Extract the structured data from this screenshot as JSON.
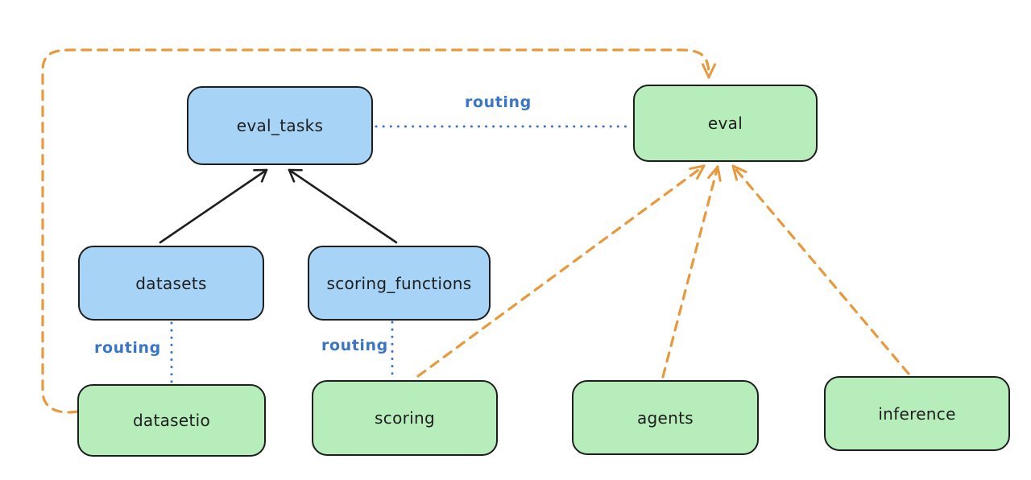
{
  "diagram_type": "architecture-routing-diagram",
  "nodes": {
    "eval_tasks": {
      "label": "eval_tasks",
      "kind": "api",
      "fill": "blue"
    },
    "eval": {
      "label": "eval",
      "kind": "provider",
      "fill": "green"
    },
    "datasets": {
      "label": "datasets",
      "kind": "api",
      "fill": "blue"
    },
    "scoring_functions": {
      "label": "scoring_functions",
      "kind": "api",
      "fill": "blue"
    },
    "datasetio": {
      "label": "datasetio",
      "kind": "provider",
      "fill": "green"
    },
    "scoring": {
      "label": "scoring",
      "kind": "provider",
      "fill": "green"
    },
    "agents": {
      "label": "agents",
      "kind": "provider",
      "fill": "green"
    },
    "inference": {
      "label": "inference",
      "kind": "provider",
      "fill": "green"
    }
  },
  "edges": [
    {
      "from": "datasets",
      "to": "eval_tasks",
      "style": "solid-arrow",
      "color": "#1e1e1e",
      "label": ""
    },
    {
      "from": "scoring_functions",
      "to": "eval_tasks",
      "style": "solid-arrow",
      "color": "#1e1e1e",
      "label": ""
    },
    {
      "from": "eval_tasks",
      "to": "eval",
      "style": "dotted-line",
      "color": "#3b76c4",
      "label": "routing"
    },
    {
      "from": "datasets",
      "to": "datasetio",
      "style": "dotted-line",
      "color": "#3b76c4",
      "label": "routing"
    },
    {
      "from": "scoring_functions",
      "to": "scoring",
      "style": "dotted-line",
      "color": "#3b76c4",
      "label": "routing"
    },
    {
      "from": "datasetio",
      "to": "eval",
      "style": "dashed-arrow",
      "color": "#e8993c",
      "label": ""
    },
    {
      "from": "scoring",
      "to": "eval",
      "style": "dashed-arrow",
      "color": "#e8993c",
      "label": ""
    },
    {
      "from": "agents",
      "to": "eval",
      "style": "dashed-arrow",
      "color": "#e8993c",
      "label": ""
    },
    {
      "from": "inference",
      "to": "eval",
      "style": "dashed-arrow",
      "color": "#e8993c",
      "label": ""
    }
  ],
  "colors": {
    "background": "#ffffff",
    "node_stroke": "#1e1e1e",
    "blue_node_fill": "#a7d4f6",
    "green_node_fill": "#b6edbb",
    "routing_blue": "#3b76c4",
    "dashed_orange": "#e8993c",
    "text": "#1e1e1e"
  }
}
